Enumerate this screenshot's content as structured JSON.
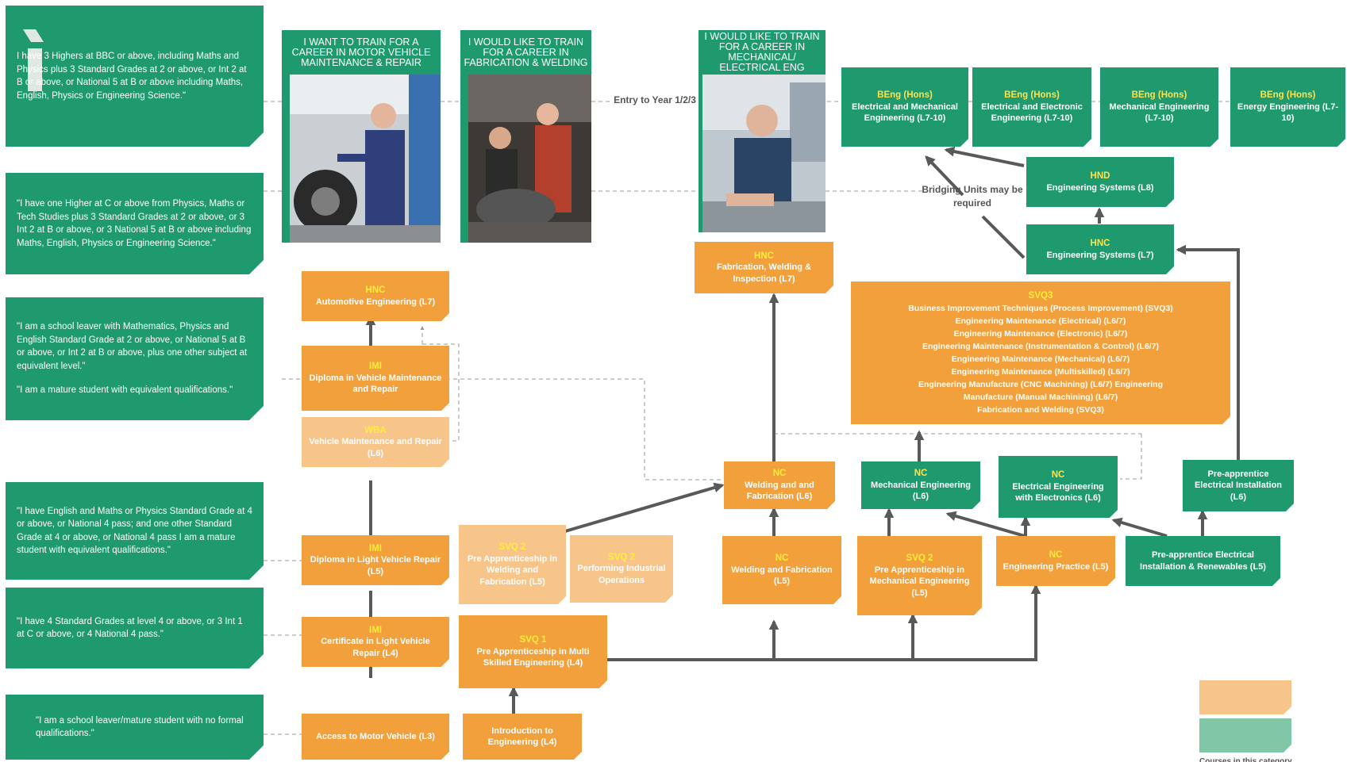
{
  "colors": {
    "green": "#1e9a6e",
    "orange": "#f2a03c",
    "light_orange": "#f7c58a",
    "yellow_tag": "#ffee3a",
    "arrow": "#595959"
  },
  "entry_statements": [
    "I have 3 Highers at BBC or above, including Maths and Physics plus 3 Standard Grades at 2 or above, or Int 2 at B or above, or National 5 at B or above including Maths, English, Physics or Engineering Science.\"",
    "\"I have one Higher at C or above from Physics, Maths or Tech Studies plus 3 Standard Grades at 2 or above, or 3 Int 2 at B or above, or 3 National 5 at B or above including Maths, English, Physics or Engineering Science.\"",
    "\"I am a school leaver with Mathematics, Physics and English Standard Grade at 2 or above, or National 5 at B or above, or Int 2 at B or above, plus one other subject at equivalent level.\"",
    "\"I am a mature student with equivalent qualifications.\"",
    "\"I have English and Maths or Physics Standard Grade at 4 or above, or National 4 pass; and one other Standard Grade at 4 or above, or National 4 pass I am a mature student with equivalent qualifications.\"",
    "\"I have 4 Standard Grades at level 4 or above, or 3 Int 1 at C or above, or 4 National 4 pass.\"",
    "\"I am a school leaver/mature student with no formal qualifications.\""
  ],
  "photo_cards": [
    {
      "title": "I WANT TO TRAIN FOR A CAREER IN MOTOR VEHICLE MAINTENANCE & REPAIR"
    },
    {
      "title": "I WOULD LIKE TO TRAIN FOR A CAREER IN FABRICATION & WELDING"
    },
    {
      "title": "I WOULD LIKE TO TRAIN FOR A CAREER IN MECHANICAL/ ELECTRICAL ENG"
    }
  ],
  "labels": {
    "entry_year": "Entry to Year 1/2/3",
    "bridging": "Bridging Units may be required",
    "legend_caption": "Courses in this category"
  },
  "nodes": {
    "beng_eme": {
      "tag": "BEng (Hons)",
      "name": "Electrical and Mechanical Engineering (L7-10)"
    },
    "beng_ee": {
      "tag": "BEng (Hons)",
      "name": "Electrical and Electronic Engineering (L7-10)"
    },
    "beng_me": {
      "tag": "BEng (Hons)",
      "name": "Mechanical Engineering (L7-10)"
    },
    "beng_en": {
      "tag": "BEng (Hons)",
      "name": "Energy Engineering (L7-10)"
    },
    "hnd": {
      "tag": "HND",
      "name": "Engineering Systems (L8)"
    },
    "hnc_sys": {
      "tag": "HNC",
      "name": "Engineering Systems (L7)"
    },
    "hnc_fab": {
      "tag": "HNC",
      "name": "Fabrication, Welding & Inspection (L7)"
    },
    "hnc_auto": {
      "tag": "HNC",
      "name": "Automotive Engineering (L7)"
    },
    "imi_dip_vm": {
      "tag": "IMI",
      "name": "Diploma in Vehicle Maintenance and Repair"
    },
    "wba": {
      "tag": "WBA",
      "name": "Vehicle Maintenance and Repair (L6)"
    },
    "svq3": {
      "tag": "SVQ3",
      "items": [
        "Business Improvement Techniques (Process Improvement) (SVQ3)",
        "Engineering Maintenance (Electrical) (L6/7)",
        "Engineering Maintenance (Electronic) (L6/7)",
        "Engineering Maintenance (Instrumentation & Control) (L6/7)",
        "Engineering Maintenance (Mechanical) (L6/7)",
        "Engineering Maintenance (Multiskilled) (L6/7)",
        "Engineering Manufacture (CNC Machining) (L6/7) Engineering",
        "Manufacture (Manual Machining) (L6/7)",
        "Fabrication and Welding (SVQ3)"
      ]
    },
    "nc_weld6": {
      "tag": "NC",
      "name": "Welding and and Fabrication (L6)"
    },
    "nc_mech": {
      "tag": "NC",
      "name": "Mechanical Engineering (L6)"
    },
    "nc_elec": {
      "tag": "NC",
      "name": "Electrical Engineering with Electronics (L6)"
    },
    "preapp_elec_inst": {
      "tag": "",
      "name": "Pre-apprentice Electrical Installation (L6)"
    },
    "imi_dip_lv": {
      "tag": "IMI",
      "name": "Diploma in Light Vehicle Repair (L5)"
    },
    "svq2_weld": {
      "tag": "SVQ 2",
      "name": "Pre Apprenticeship in Welding and Fabrication (L5)"
    },
    "svq2_pio": {
      "tag": "SVQ 2",
      "name": "Performing Industrial Operations"
    },
    "nc_weld5": {
      "tag": "NC",
      "name": "Welding and Fabrication (L5)"
    },
    "svq2_mech": {
      "tag": "SVQ 2",
      "name": "Pre Apprenticeship in Mechanical Engineering (L5)"
    },
    "nc_eng_prac": {
      "tag": "NC",
      "name": "Engineering Practice (L5)"
    },
    "preapp_renew": {
      "tag": "",
      "name": "Pre-apprentice Electrical Installation & Renewables (L5)"
    },
    "imi_cert_lv": {
      "tag": "IMI",
      "name": "Certificate in Light Vehicle Repair (L4)"
    },
    "svq1": {
      "tag": "SVQ 1",
      "name": "Pre Apprenticeship in Multi Skilled Engineering (L4)"
    },
    "access_mv": {
      "tag": "",
      "name": "Access to Motor Vehicle (L3)"
    },
    "intro_eng": {
      "tag": "",
      "name": "Introduction to Engineering (L4)"
    }
  }
}
